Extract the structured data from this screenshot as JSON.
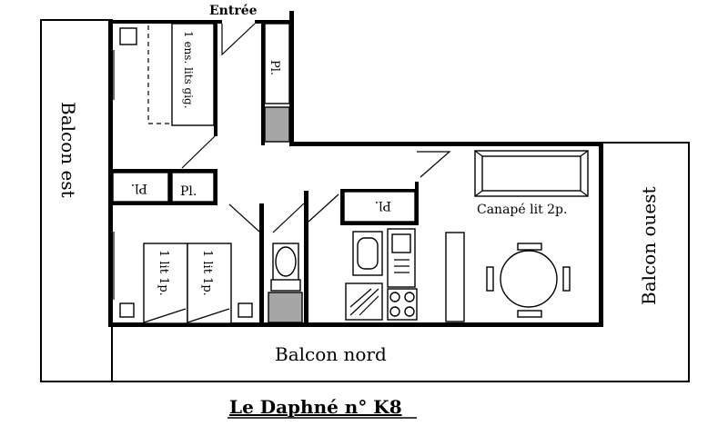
{
  "labels": {
    "entree": "Entrée",
    "balcon_est": "Balcon est",
    "balcon_ouest": "Balcon ouest",
    "balcon_nord": "Balcon nord",
    "lits_gig": "1 ens. lits gig.",
    "placard_1": "Pl.",
    "placard_2": "Pl.",
    "placard_3": "Pl.",
    "placard_4": "Pl.",
    "lit_1p_a": "1 lit 1p.",
    "lit_1p_b": "1 lit 1p.",
    "canape": "Canapé lit 2p.",
    "caption": "Le Daphné n° K8"
  }
}
